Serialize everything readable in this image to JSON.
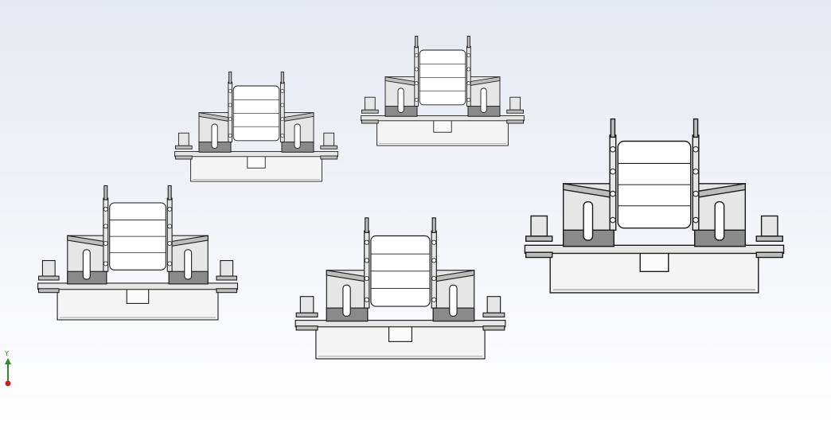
{
  "window": {
    "background_top": "#e6e9f1",
    "background_bottom": "#ffffff"
  },
  "viewport": {
    "view": "front",
    "triad": {
      "axis_label": "Y",
      "y_axis_color": "#2a8a2a",
      "origin_color": "#cc1f1f"
    }
  },
  "model": {
    "line_color": "#1a1a1a",
    "shade_light": "#e6e6e6",
    "shade_mid": "#bdbdbd",
    "shade_dark": "#8a8a8a",
    "base_fill": "#f4f4f4",
    "fuse_assemblies": [
      {
        "name": "fuse-holder-small-top-left",
        "size": "small"
      },
      {
        "name": "fuse-holder-small-top-center",
        "size": "small"
      },
      {
        "name": "fuse-holder-medium-left",
        "size": "medium"
      },
      {
        "name": "fuse-holder-medium-center",
        "size": "medium"
      },
      {
        "name": "fuse-holder-large-right",
        "size": "large"
      }
    ]
  }
}
